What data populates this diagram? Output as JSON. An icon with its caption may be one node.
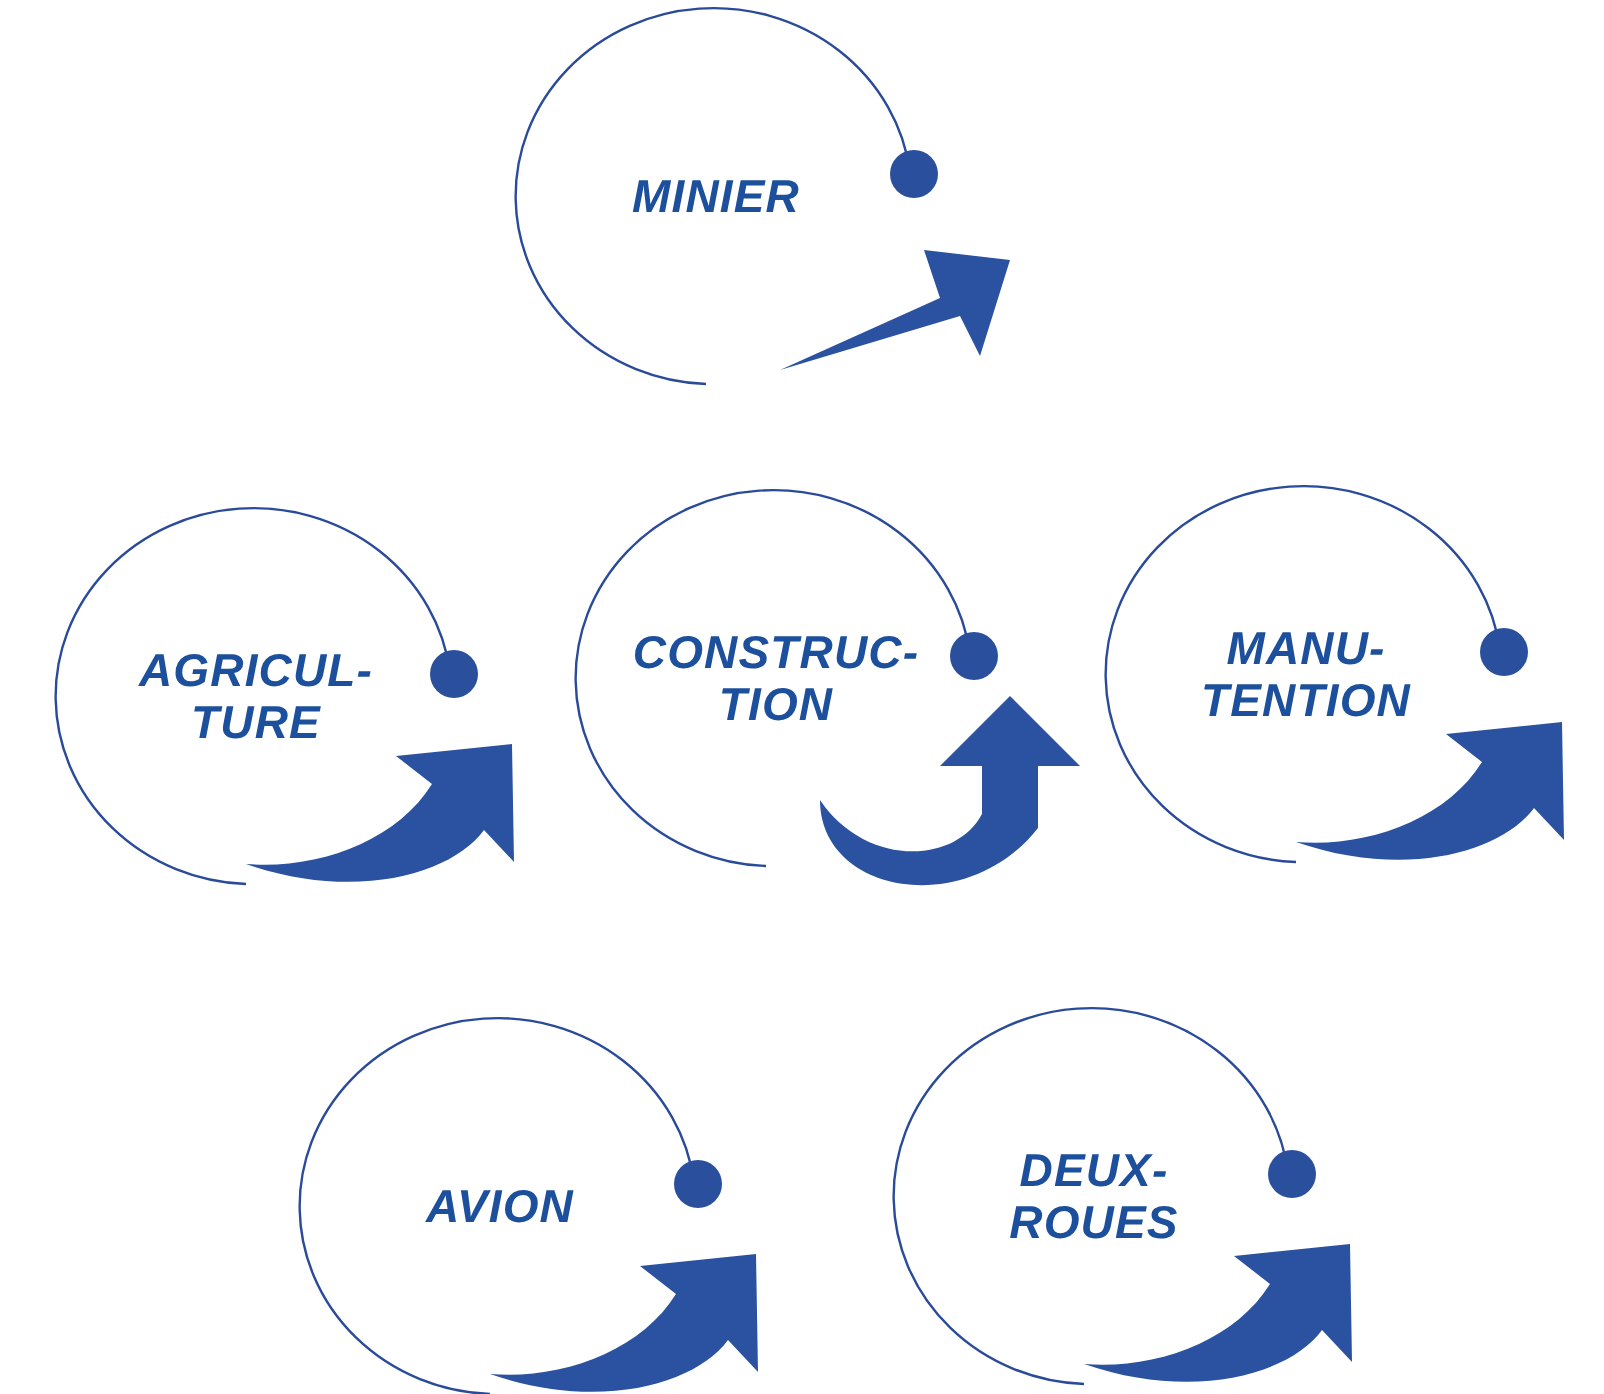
{
  "diagram": {
    "nodes": [
      {
        "text": [
          "MINIER"
        ]
      },
      {
        "text": [
          "AGRICUL- TURE"
        ]
      },
      {
        "text": [
          "CONSTRUC- TION"
        ]
      },
      {
        "text": [
          "MANU- TENTION"
        ]
      },
      {
        "text": [
          "AVION"
        ]
      },
      {
        "text": [
          "DEUX- ROUES"
        ]
      }
    ]
  }
}
